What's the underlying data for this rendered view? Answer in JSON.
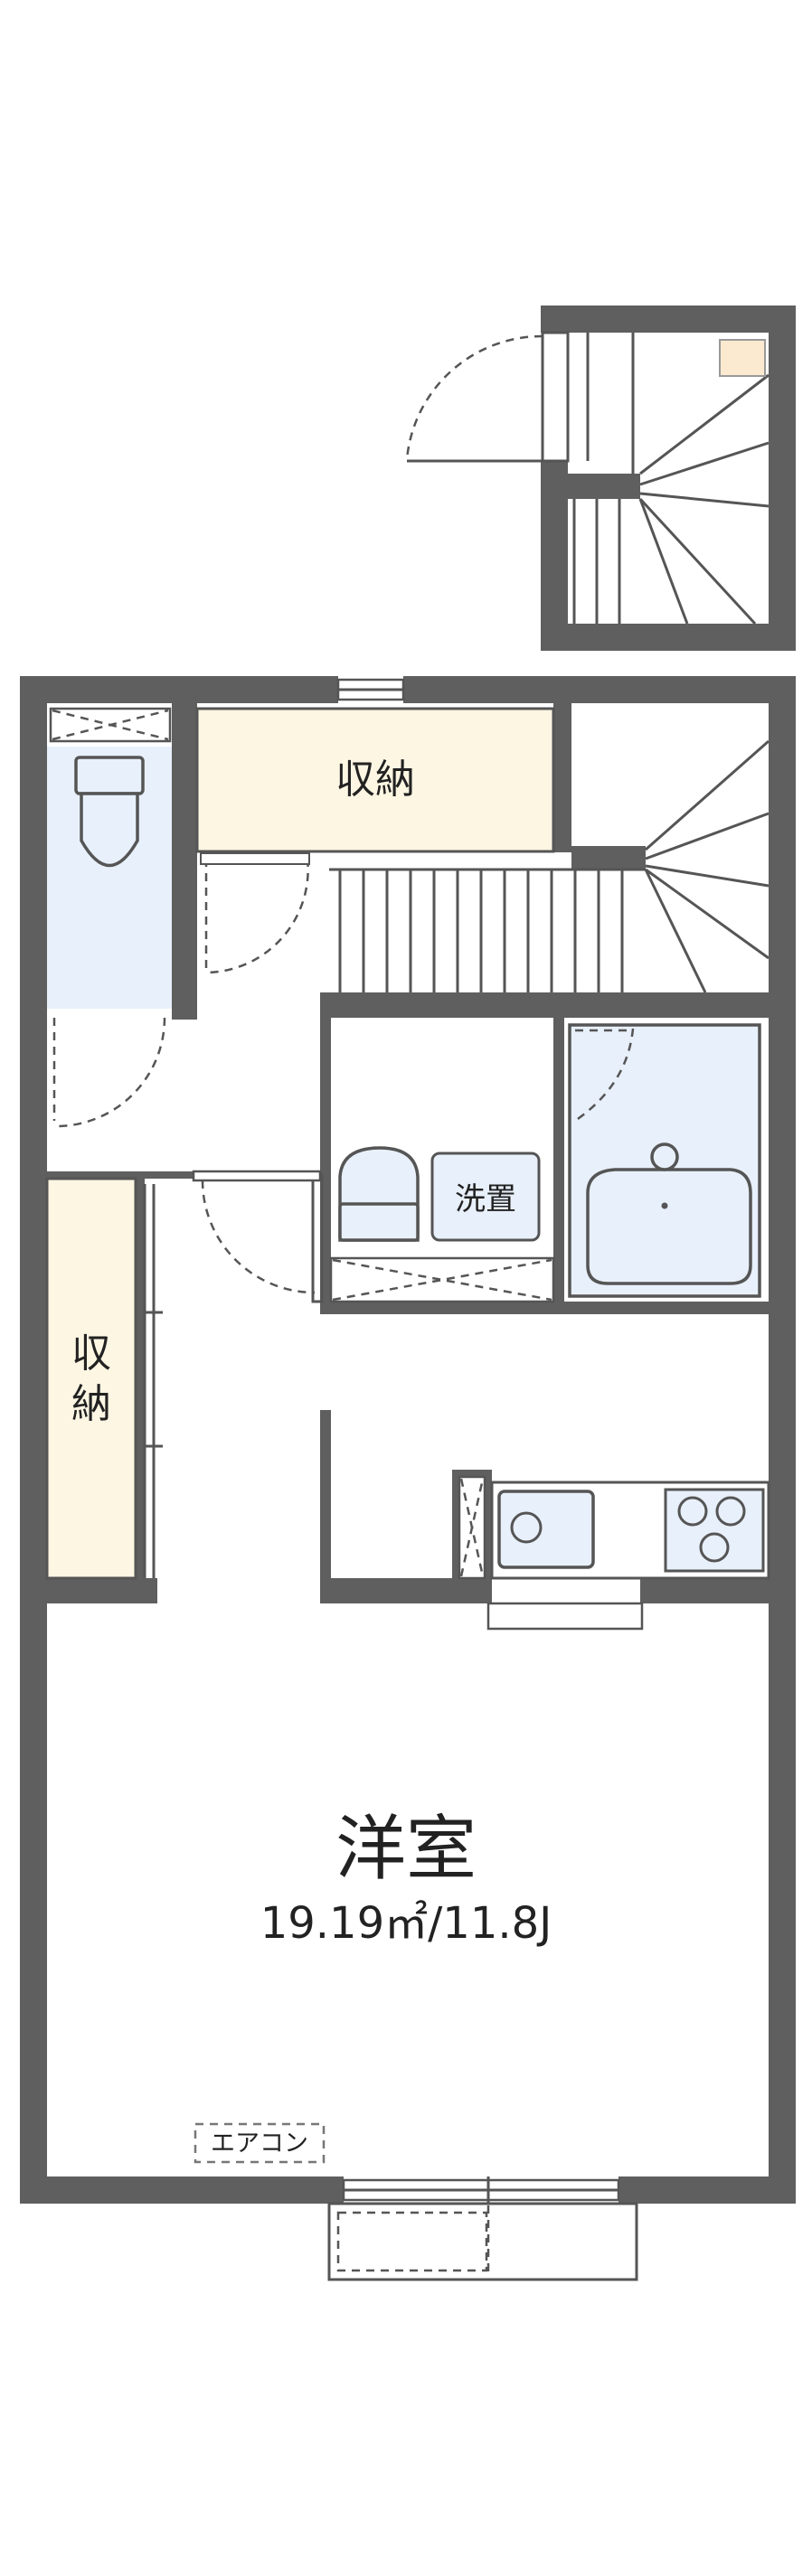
{
  "plan": {
    "storage_top_label": "収納",
    "storage_left_char1": "収",
    "storage_left_char2": "納",
    "washer_label": "洗置",
    "room_name": "洋室",
    "room_area": "19.19㎡/11.8J",
    "aircon_label": "エアコン"
  },
  "colors": {
    "wall": "#5f5f5f",
    "storage_fill": "#fdf6e3",
    "wet_area_fill": "#e8f0fb",
    "stair_accent": "#fbead0"
  }
}
